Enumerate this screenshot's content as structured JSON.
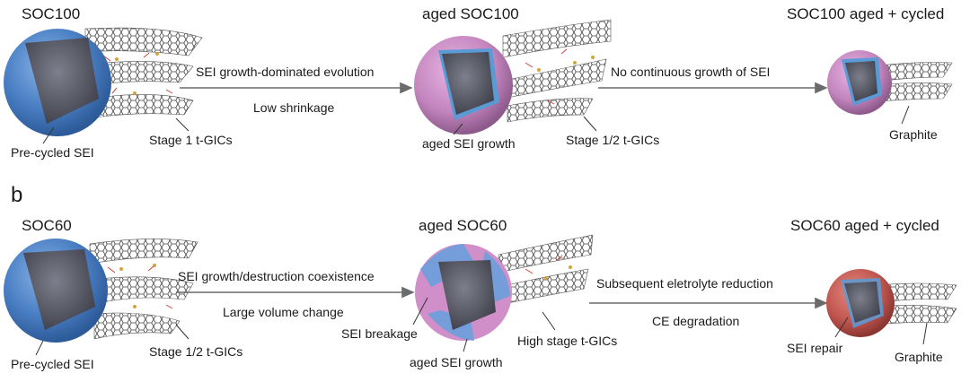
{
  "panel_a": {
    "stage1": {
      "title": "SOC100",
      "label_sei": "Pre-cycled SEI",
      "label_gic": "Stage 1 t-GICs"
    },
    "arrow1": {
      "top_text": "SEI growth-dominated evolution",
      "bottom_text": "Low shrinkage"
    },
    "stage2": {
      "title": "aged SOC100",
      "label_growth": "aged SEI growth",
      "label_gic": "Stage 1/2 t-GICs"
    },
    "arrow2": {
      "top_text": "No continuous growth of SEI"
    },
    "stage3": {
      "title": "SOC100 aged + cycled",
      "label_graphite": "Graphite"
    }
  },
  "panel_b": {
    "letter": "b",
    "stage1": {
      "title": "SOC60",
      "label_sei": "Pre-cycled SEI",
      "label_gic": "Stage 1/2 t-GICs"
    },
    "arrow1": {
      "top_text": "SEI growth/destruction coexistence",
      "bottom_text": "Large volume change"
    },
    "stage2": {
      "title": "aged SOC60",
      "label_breakage": "SEI breakage",
      "label_growth": "aged SEI growth",
      "label_gic": "High stage t-GICs"
    },
    "arrow2": {
      "top_text": "Subsequent eletrolyte reduction",
      "bottom_text": "CE degradation"
    },
    "stage3": {
      "title": "SOC60 aged + cycled",
      "label_repair": "SEI repair",
      "label_graphite": "Graphite"
    }
  },
  "colors": {
    "sei_blue": "#4a86c8",
    "aged_pink": "#c98ac4",
    "repair_red": "#c0504d",
    "graphite": "#555555",
    "arrow": "#6b6b6b"
  }
}
